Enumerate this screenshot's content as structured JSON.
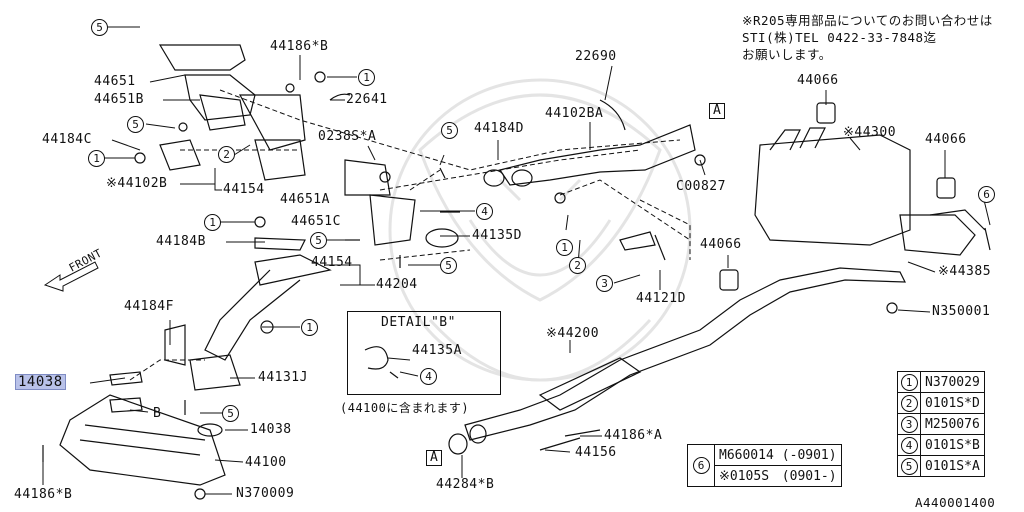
{
  "note": "※R205専用部品についてのお問い合わせは\nSTI(株)TEL 0422-33-7848迄\nお願いします。",
  "front_label": "FRONT",
  "labels": {
    "p44186B_top": "44186*B",
    "p44651": "44651",
    "p44651B": "44651B",
    "p22641": "22641",
    "p44184C": "44184C",
    "p44102B": "※44102B",
    "p44154_top": "44154",
    "p0238SA": "0238S*A",
    "p44651A": "44651A",
    "p44651C": "44651C",
    "p44184D": "44184D",
    "p44102BA": "44102BA",
    "p22690": "22690",
    "p44135D": "44135D",
    "p44184B": "44184B",
    "p44154_mid": "44154",
    "p44204": "44204",
    "p44184F": "44184F",
    "p44131J": "44131J",
    "p14038_left": "14038",
    "pB": "B",
    "p14038_right": "14038",
    "p44100": "44100",
    "p44186B_bottom": "44186*B",
    "pN370009": "N370009",
    "p44066_top": "44066",
    "p44300": "※44300",
    "p44066_right": "44066",
    "pC00827": "C00827",
    "p44066_mid": "44066",
    "p44385": "※44385",
    "p44121D": "44121D",
    "pN350001": "N350001",
    "p44200": "※44200",
    "p44186A": "44186*A",
    "p44156": "44156",
    "p44284B": "44284*B",
    "pA_top": "A",
    "pA_bottom": "A"
  },
  "detail": {
    "title": "DETAIL\"B\"",
    "part": "44135A",
    "caption": "(44100に含まれます)"
  },
  "circled": {
    "c1": "1",
    "c2": "2",
    "c3": "3",
    "c4": "4",
    "c5": "5",
    "c6": "6"
  },
  "legend": [
    {
      "num": "1",
      "part": "N370029"
    },
    {
      "num": "2",
      "part": "0101S*D"
    },
    {
      "num": "3",
      "part": "M250076"
    },
    {
      "num": "4",
      "part": "0101S*B"
    },
    {
      "num": "5",
      "part": "0101S*A"
    }
  ],
  "legend6": {
    "num": "6",
    "row1_part": "M660014",
    "row1_range": "(-0901)",
    "row2_part": "※0105S",
    "row2_range": "(0901-)"
  },
  "diagram_id": "A440001400"
}
